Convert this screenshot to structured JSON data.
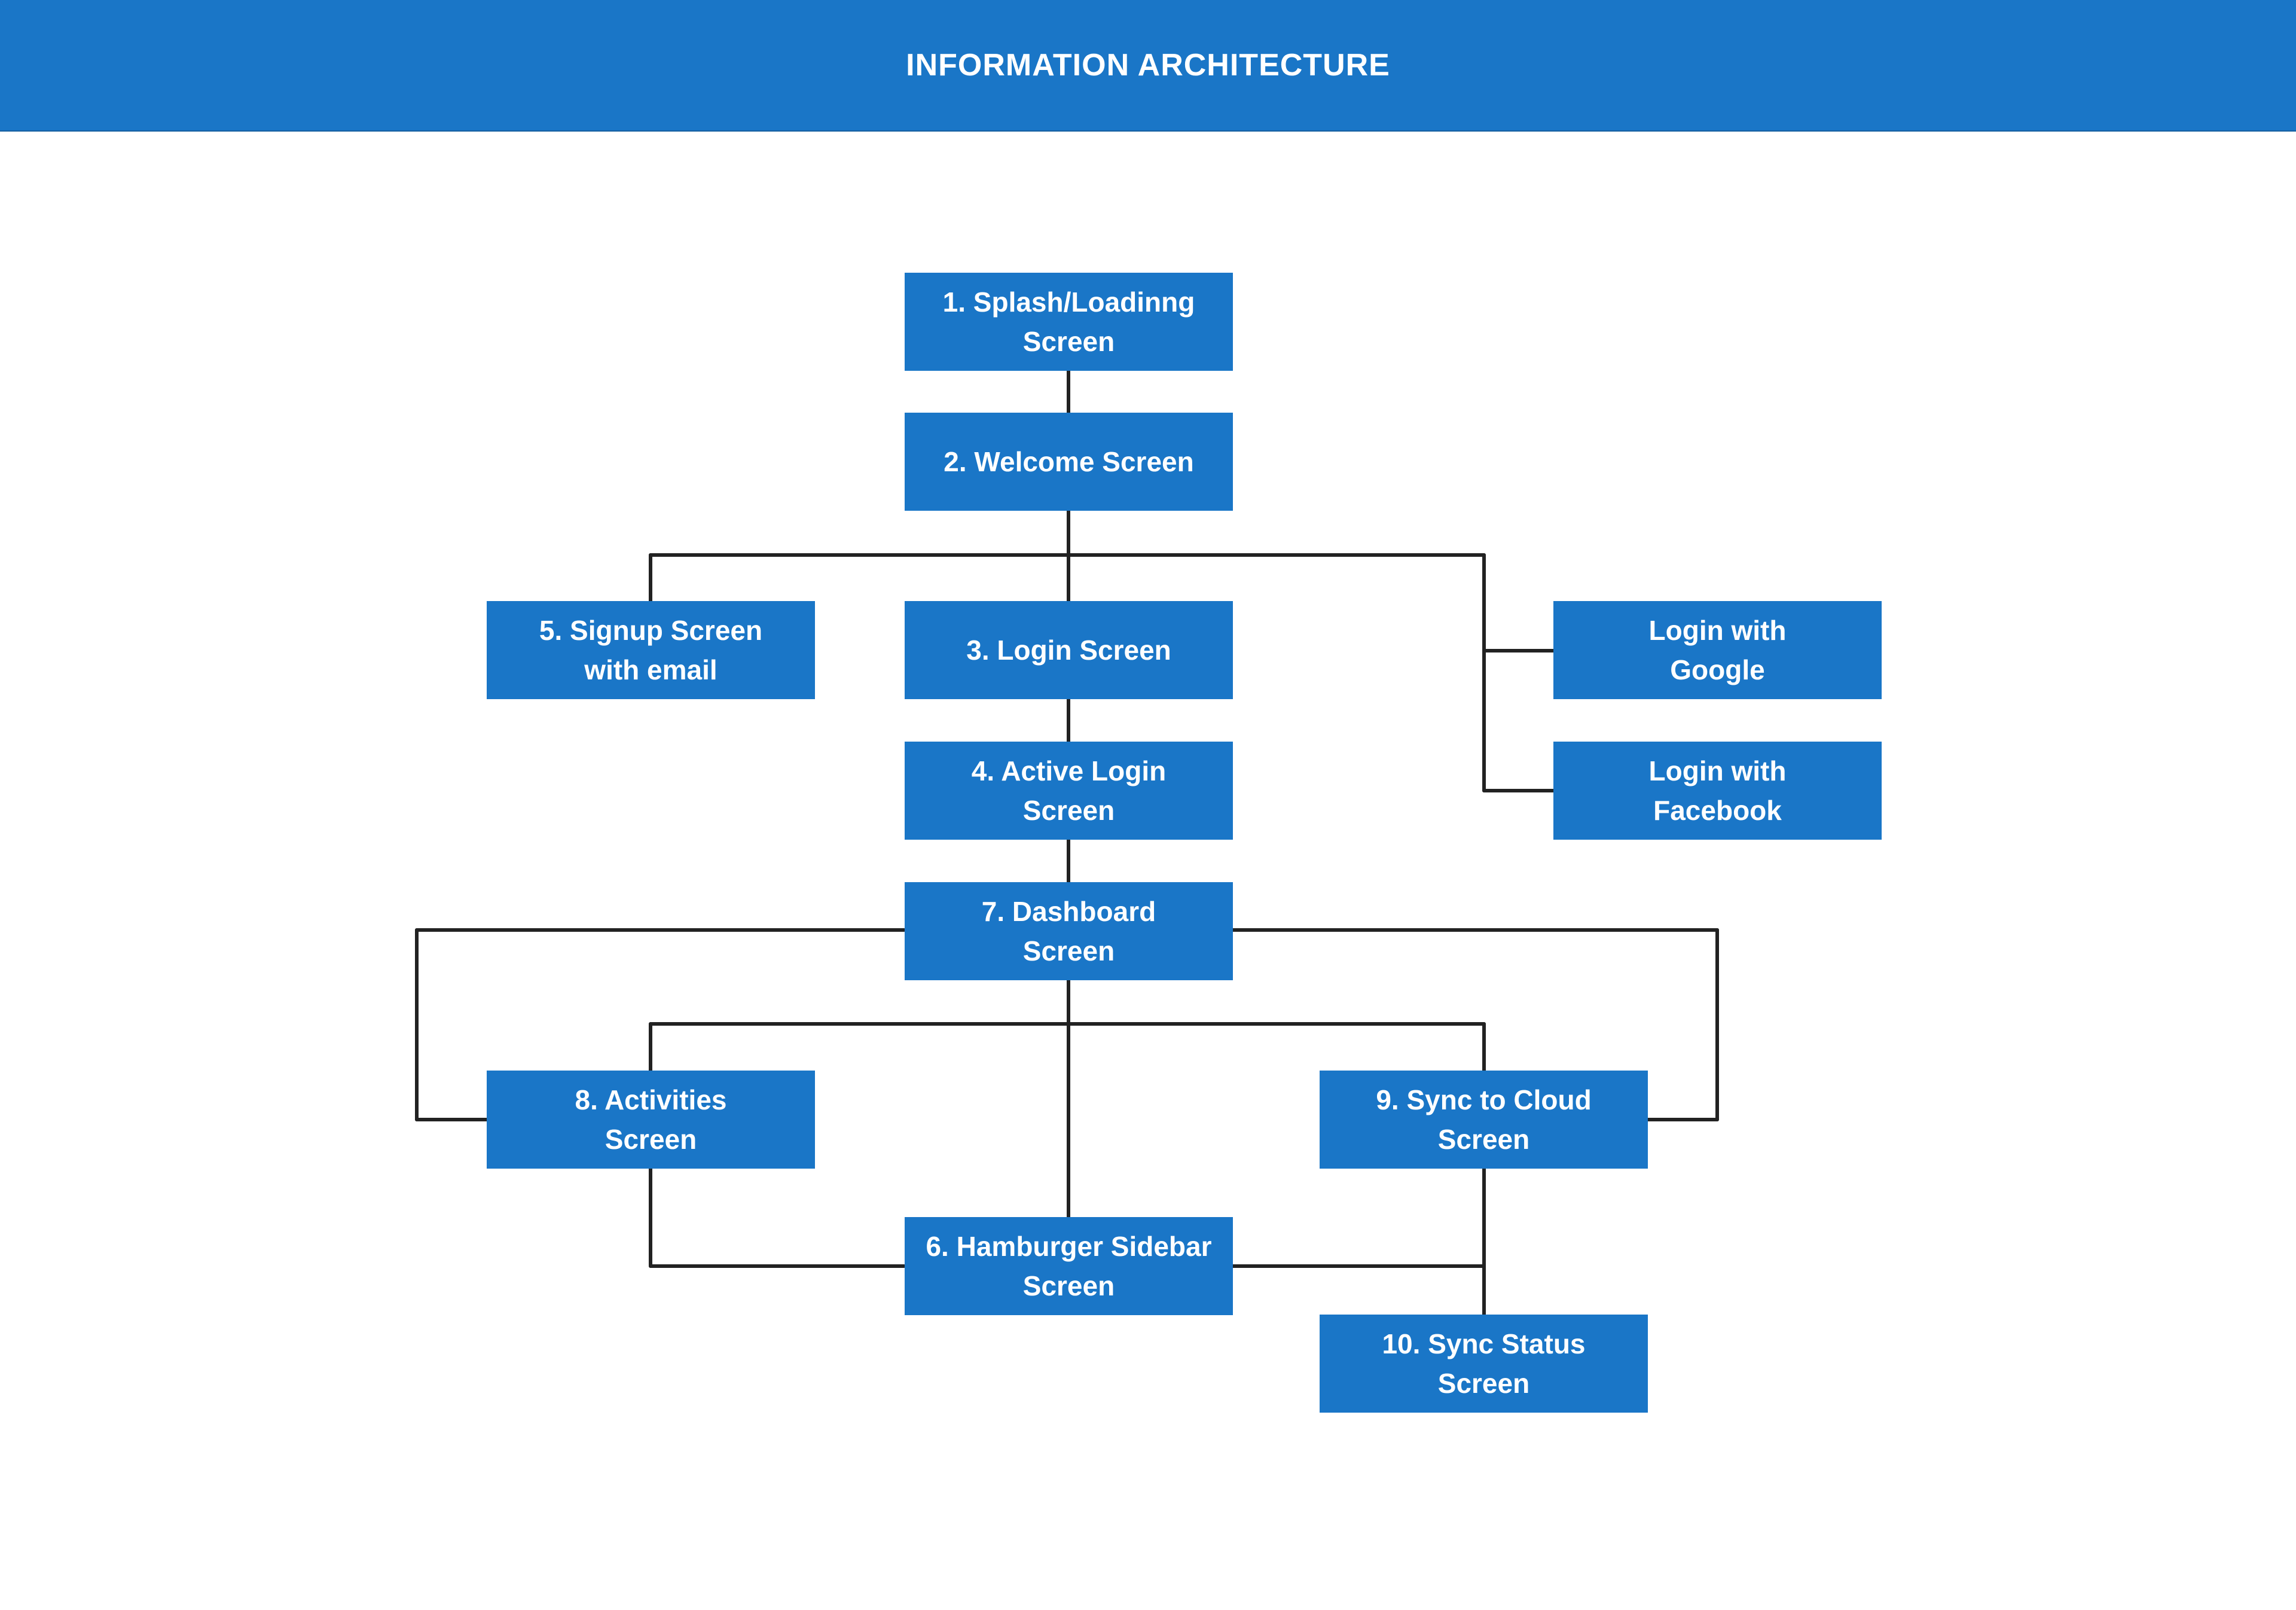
{
  "header": {
    "title": "INFORMATION ARCHITECTURE"
  },
  "colors": {
    "header_background": "#1a76c7",
    "node_background": "#1a76c7",
    "node_text": "#ffffff",
    "connector": "#222222"
  },
  "nodes": {
    "splash": "1. Splash/Loadinng\nScreen",
    "welcome": "2. Welcome Screen",
    "signup": "5. Signup Screen\nwith email",
    "login": "3. Login Screen",
    "google": "Login with\nGoogle",
    "active_login": "4. Active Login\nScreen",
    "facebook": "Login with\nFacebook",
    "dashboard": "7. Dashboard\nScreen",
    "activities": "8. Activities\nScreen",
    "sync_cloud": "9. Sync to Cloud\nScreen",
    "hamburger": "6. Hamburger Sidebar\nScreen",
    "sync_status": "10. Sync Status\nScreen"
  }
}
